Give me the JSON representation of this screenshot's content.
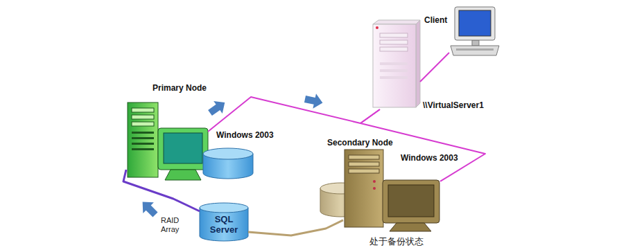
{
  "diagram": {
    "nodes": [
      {
        "text": [
          "Client"
        ]
      },
      {
        "text": [
          "\\\\VirtualServer1"
        ]
      },
      {
        "text": [
          "Primary Node",
          "Windows 2003"
        ]
      },
      {
        "text": [
          "Secondary Node",
          "Windows 2003"
        ]
      },
      {
        "text": [
          "SQL Server"
        ]
      }
    ],
    "edges": [
      {
        "from": 0,
        "to": 1,
        "arrow": "none"
      },
      {
        "from": 2,
        "to": 1,
        "arrow": "none"
      },
      {
        "from": 3,
        "to": 1,
        "arrow": "none"
      },
      {
        "from": 2,
        "to": 4,
        "arrow": "none"
      },
      {
        "from": 4,
        "to": 3,
        "arrow": "none"
      }
    ],
    "labels": [
      "RAID Array",
      "处于备份状态"
    ]
  }
}
